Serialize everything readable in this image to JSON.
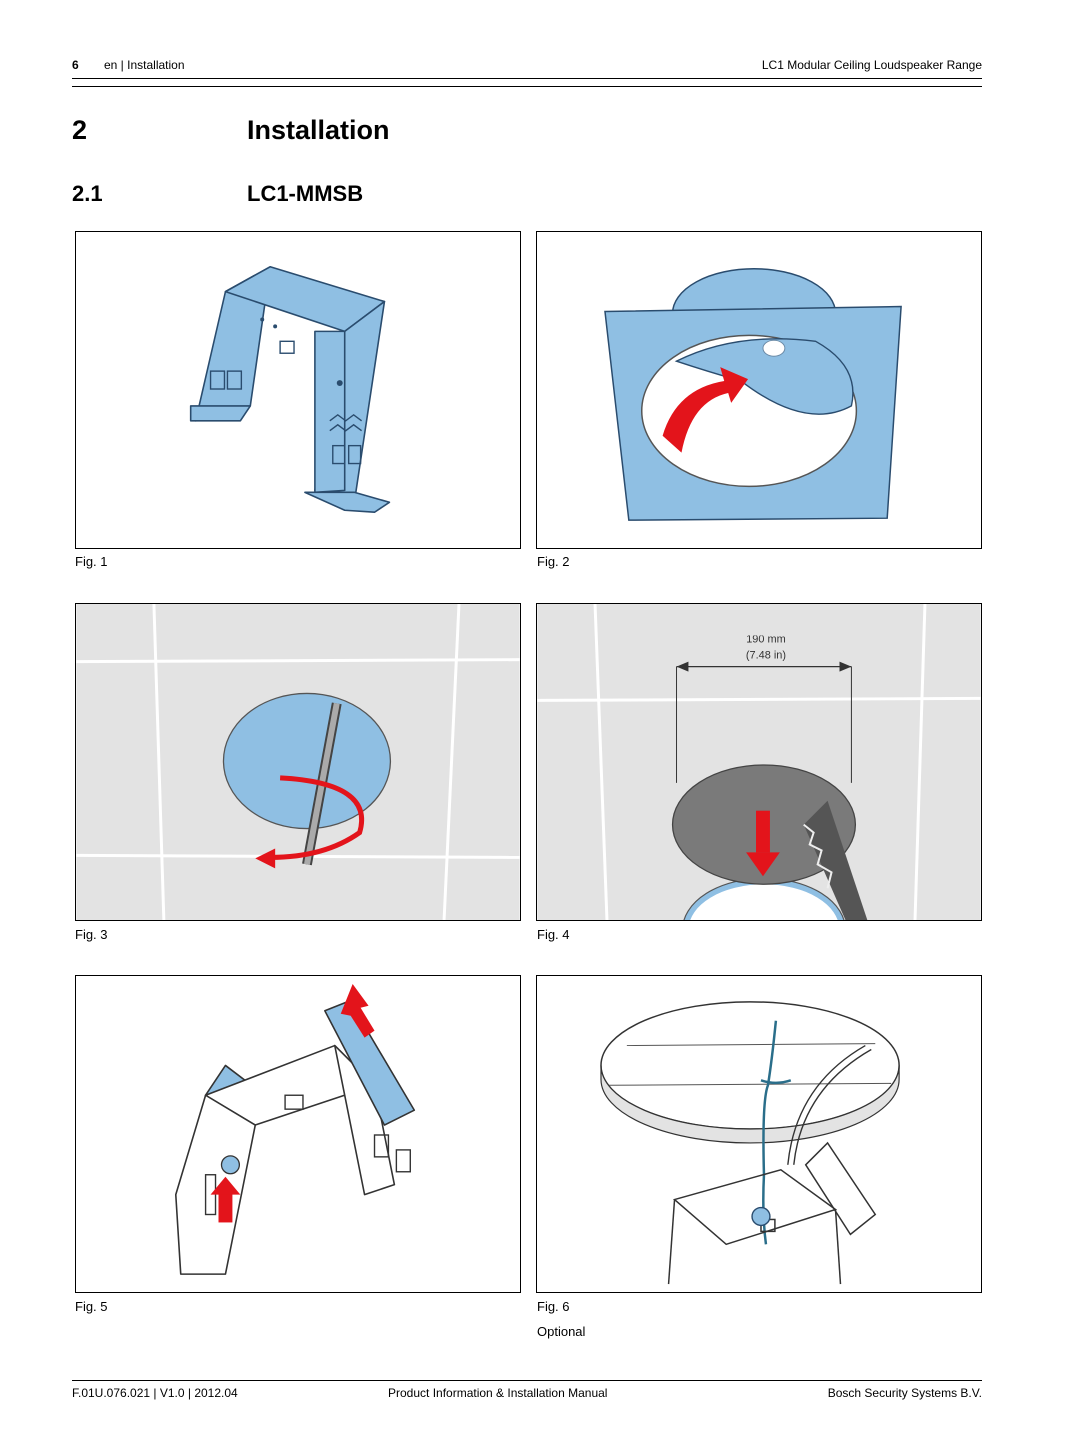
{
  "header": {
    "page_number": "6",
    "section": "en | Installation",
    "document": "LC1 Modular Ceiling Loudspeaker Range"
  },
  "chapter": {
    "number": "2",
    "title": "Installation"
  },
  "section": {
    "number": "2.1",
    "title": "LC1-MMSB"
  },
  "figures": [
    {
      "caption": "Fig. 1"
    },
    {
      "caption": "Fig. 2"
    },
    {
      "caption": "Fig. 3"
    },
    {
      "caption": "Fig. 4",
      "dimension_mm": "190 mm",
      "dimension_in": "(7.48 in)"
    },
    {
      "caption": "Fig. 5"
    },
    {
      "caption": "Fig. 6",
      "note": "Optional"
    }
  ],
  "footer": {
    "left": "F.01U.076.021 | V1.0 | 2012.04",
    "center": "Product Information & Installation Manual",
    "right": "Bosch Security Systems B.V."
  },
  "colors": {
    "bracket_blue": "#8fbfe3",
    "outline": "#2a4c6e",
    "arrow_red": "#e3141b",
    "ceiling_grey": "#e3e3e3"
  }
}
